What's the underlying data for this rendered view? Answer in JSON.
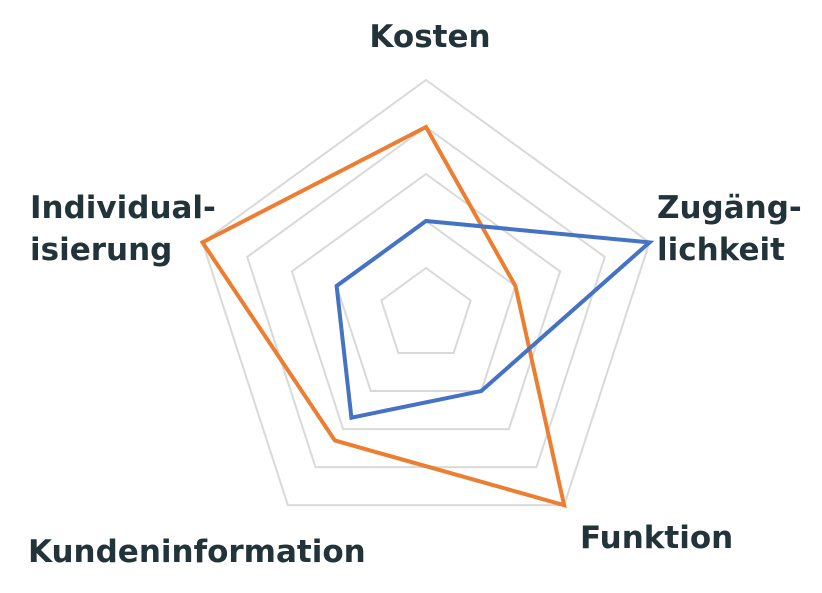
{
  "chart_data": {
    "type": "radar",
    "axes": [
      "Kosten",
      "Zugänglichkeit",
      "Funktion",
      "Kundeninformation",
      "Individualisierung"
    ],
    "axis_label_lines": [
      [
        "Kosten"
      ],
      [
        "Zugäng-",
        "lichkeit"
      ],
      [
        "Funktion"
      ],
      [
        "Kundeninformation"
      ],
      [
        "Individual-",
        "isierung"
      ]
    ],
    "rlim": [
      0,
      5
    ],
    "grid_levels": 5,
    "series": [
      {
        "color": "#ed7d31",
        "values": [
          4.0,
          2.0,
          5.0,
          3.3,
          5.0
        ]
      },
      {
        "color": "#4472c4",
        "values": [
          2.0,
          5.0,
          2.0,
          2.7,
          2.0
        ]
      }
    ]
  }
}
